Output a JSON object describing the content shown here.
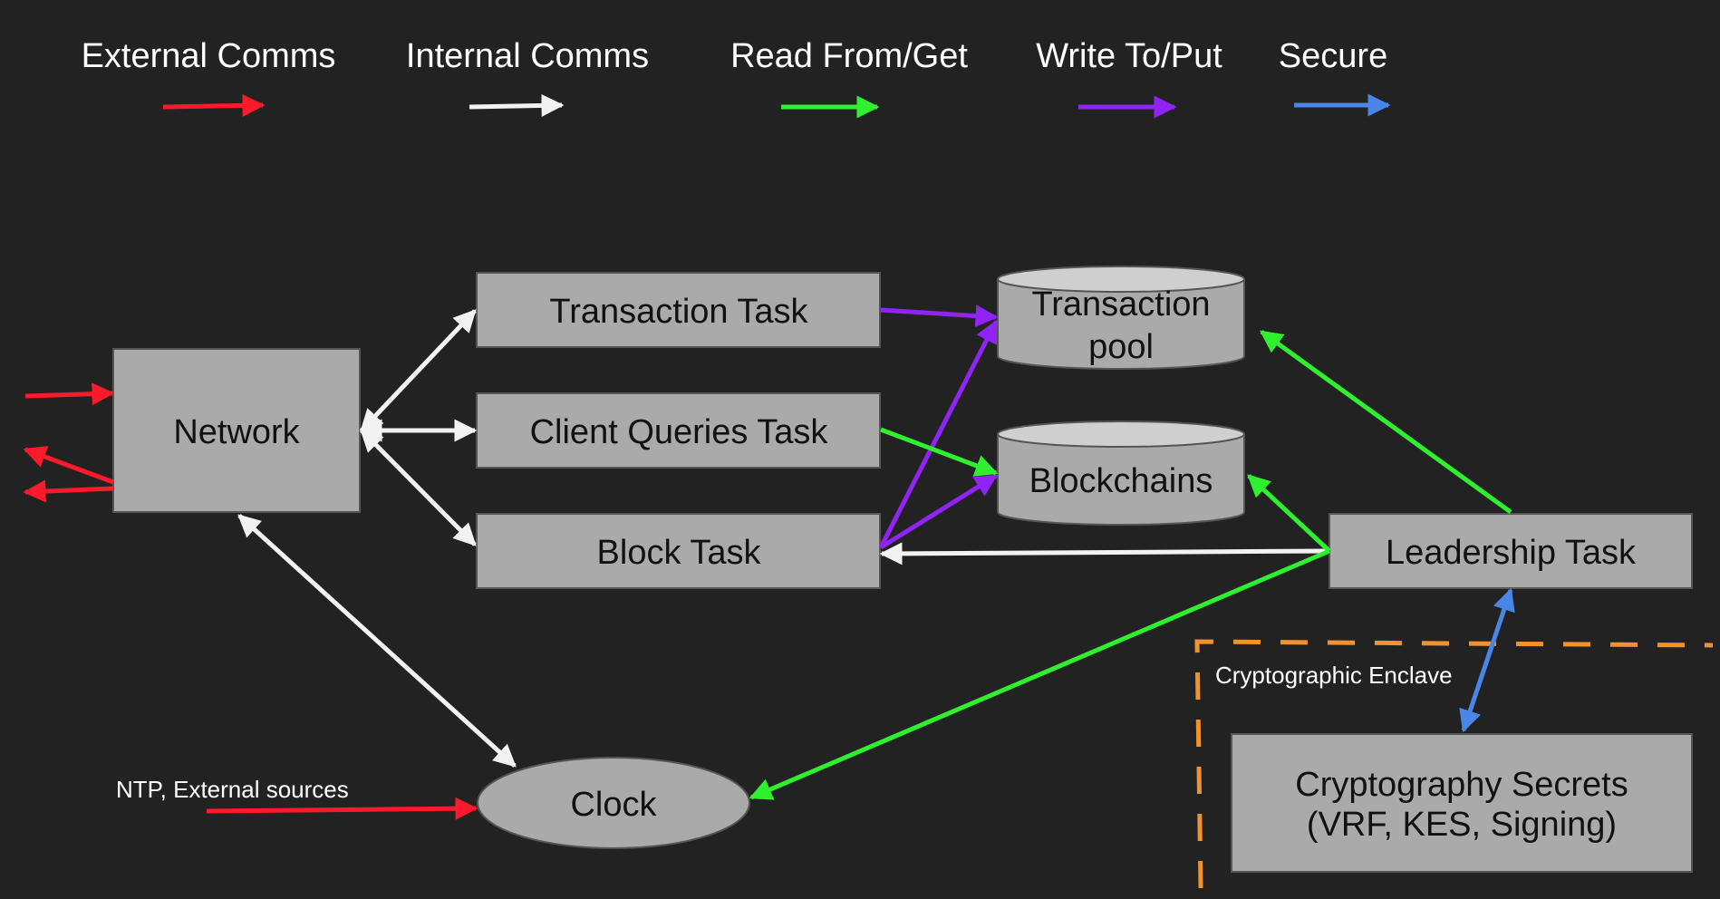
{
  "legend": {
    "external": {
      "label": "External Comms",
      "color": "#ff1a2b"
    },
    "internal": {
      "label": "Internal Comms",
      "color": "#f2f2f2"
    },
    "read": {
      "label": "Read From/Get",
      "color": "#2ef02e"
    },
    "write": {
      "label": "Write To/Put",
      "color": "#8f24f5"
    },
    "secure": {
      "label": "Secure",
      "color": "#4a86e8"
    }
  },
  "nodes": {
    "network": "Network",
    "transaction_task": "Transaction Task",
    "client_queries_task": "Client Queries Task",
    "block_task": "Block Task",
    "transaction_pool_line1": "Transaction",
    "transaction_pool_line2": "pool",
    "blockchains": "Blockchains",
    "leadership_task": "Leadership Task",
    "clock": "Clock",
    "crypto_secrets_line1": "Cryptography Secrets",
    "crypto_secrets_line2": "(VRF, KES, Signing)"
  },
  "labels": {
    "enclave": "Cryptographic Enclave",
    "ntp": "NTP, External sources"
  },
  "colors": {
    "background": "#222222",
    "box_fill": "#aaaaaa",
    "cylinder_top": "#cfcfcf",
    "enclave_border": "#f0922e"
  }
}
